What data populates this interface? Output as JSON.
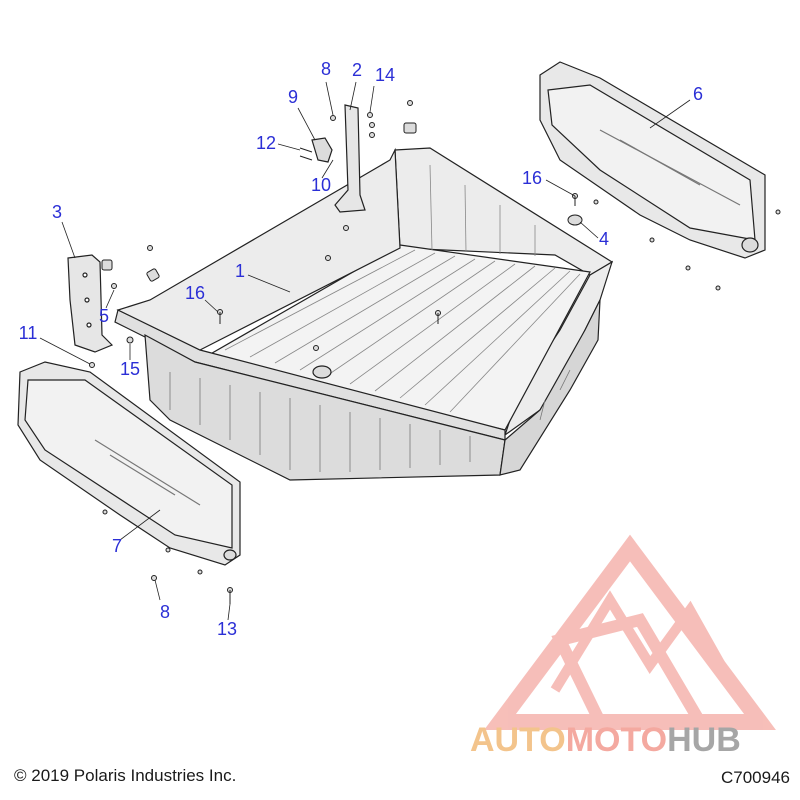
{
  "callouts": {
    "c1": "1",
    "c2": "2",
    "c3": "3",
    "c4": "4",
    "c5": "5",
    "c6": "6",
    "c7": "7",
    "c8a": "8",
    "c8b": "8",
    "c9": "9",
    "c10": "10",
    "c11": "11",
    "c12": "12",
    "c13": "13",
    "c14": "14",
    "c15": "15",
    "c16a": "16",
    "c16b": "16"
  },
  "footer": {
    "copyright": "© 2019 Polaris Industries Inc.",
    "diagram_code": "C700946"
  },
  "watermark": {
    "part1": "AUTO",
    "part2": "MOTO",
    "part3": "HUB",
    "logo": "automotohub-triangle-logo"
  },
  "colors": {
    "callout": "#2b2fd6",
    "linework": "#222222",
    "part_fill": "#e6e6e6",
    "watermark_red": "#f08a80",
    "watermark_orange": "#f3c48c",
    "watermark_gray": "#a6a6a6"
  }
}
